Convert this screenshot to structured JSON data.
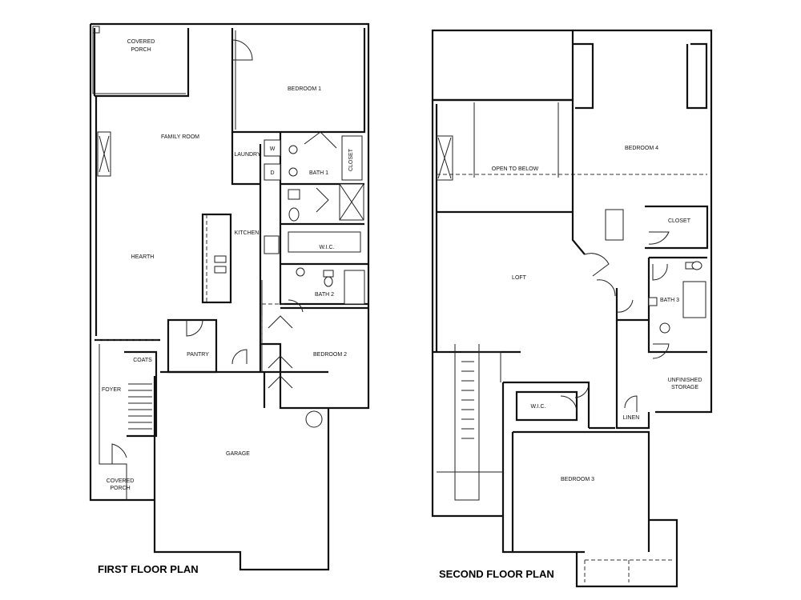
{
  "first_floor": {
    "title": "FIRST FLOOR PLAN",
    "rooms": {
      "covered_porch_top": [
        "COVERED",
        "PORCH"
      ],
      "bedroom1": "BEDROOM 1",
      "family_room": "FAMILY ROOM",
      "laundry": "LAUNDRY",
      "closet": "CLOSET",
      "bath1": "BATH 1",
      "hearth": "HEARTH",
      "kitchen": "KITCHEN",
      "wic": "W.I.C.",
      "bath2": "BATH 2",
      "pantry": "PANTRY",
      "coats": "COATS",
      "foyer": "FOYER",
      "bedroom2": "BEDROOM 2",
      "garage": "GARAGE",
      "covered_porch_bottom": [
        "COVERED",
        "PORCH"
      ],
      "washer": "W",
      "dryer": "D"
    }
  },
  "second_floor": {
    "title": "SECOND FLOOR PLAN",
    "rooms": {
      "bedroom4": "BEDROOM 4",
      "open_to_below": "OPEN TO BELOW",
      "closet": "CLOSET",
      "loft": "LOFT",
      "bath3": "BATH 3",
      "unfinished_storage": [
        "UNFINISHED",
        "STORAGE"
      ],
      "wic": "W.I.C.",
      "linen": "LINEN",
      "bedroom3": "BEDROOM 3"
    }
  }
}
